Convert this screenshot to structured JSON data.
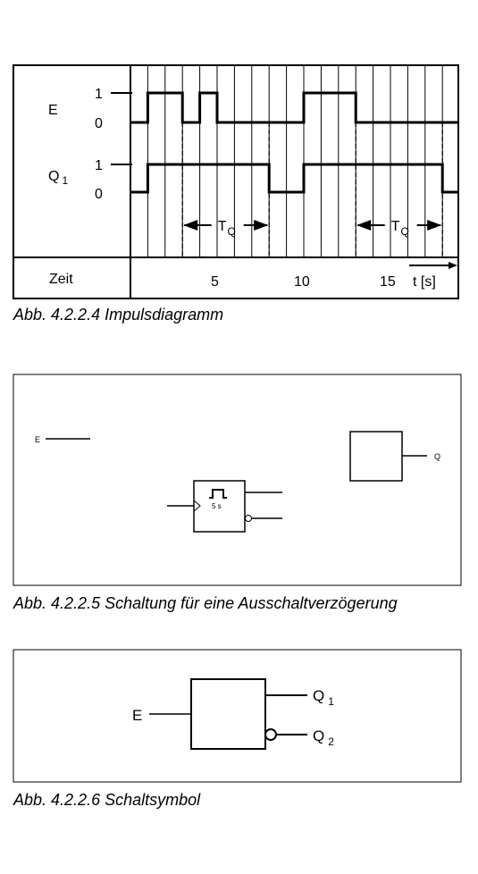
{
  "timing": {
    "E_label": "E",
    "Q_label": "Q",
    "Q_sub": "1",
    "level_high": "1",
    "level_low": "0",
    "tq_label": "T",
    "tq_sub": "Q",
    "time_row_label": "Zeit",
    "tick_5": "5",
    "tick_10": "10",
    "tick_15": "15",
    "axis_unit": "t [s]",
    "caption": "Abb. 4.2.2.4  Impulsdiagramm",
    "E_intervals": [
      [
        1,
        3
      ],
      [
        4,
        5
      ],
      [
        10,
        13
      ]
    ],
    "Q_intervals": [
      [
        1,
        8
      ],
      [
        10,
        18
      ]
    ],
    "tq_intervals": [
      [
        3,
        8
      ],
      [
        13,
        18
      ]
    ]
  },
  "circuit": {
    "E_label": "E",
    "Q_label": "Q",
    "timer_label": "5 s",
    "caption": "Abb. 4.2.2.5  Schaltung für eine Ausschaltverzögerung"
  },
  "symbol": {
    "E_label": "E",
    "Q1_label": "Q",
    "Q1_sub": "1",
    "Q2_label": "Q",
    "Q2_sub": "2",
    "caption": "Abb. 4.2.2.6  Schaltsymbol"
  }
}
